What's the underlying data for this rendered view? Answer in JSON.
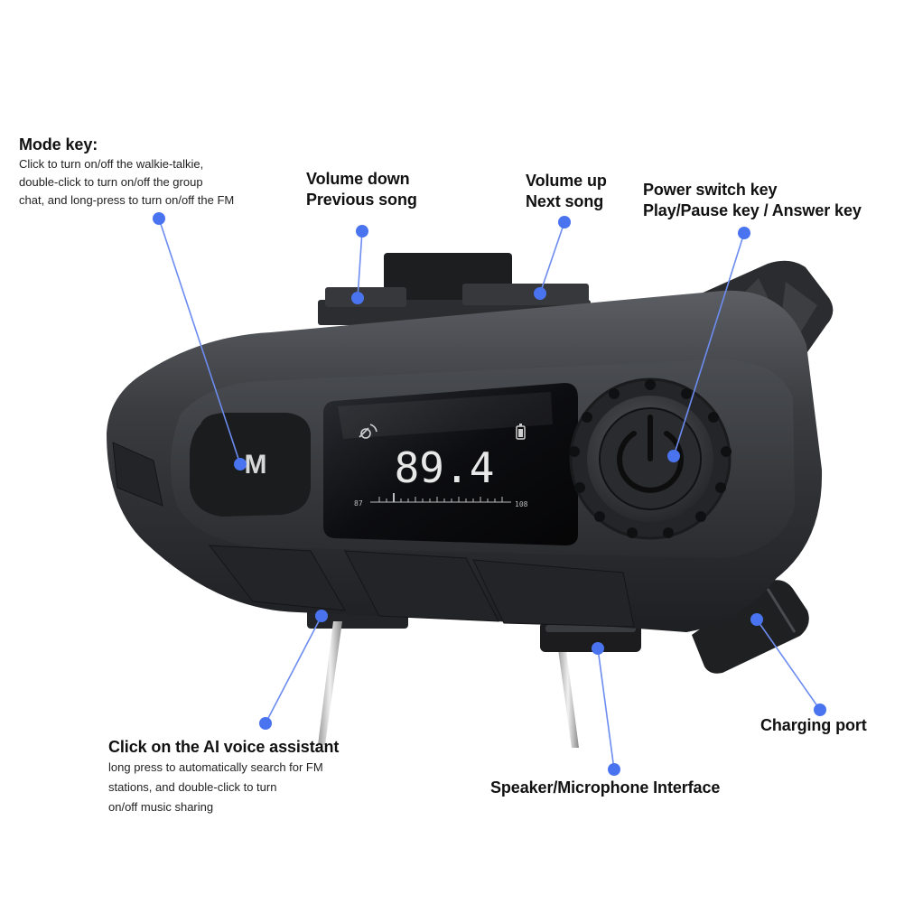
{
  "product": {
    "body_color": "#2e3033",
    "accent_color": "#4a74ef",
    "mode_key_glyph": "M",
    "display": {
      "frequency": "89.4",
      "scale_min": "87",
      "scale_max": "108",
      "left_icon": "satellite-signal-icon",
      "right_icon": "battery-icon"
    },
    "power_button_icon": "power-icon"
  },
  "callouts": {
    "mode_key": {
      "title": "Mode key:",
      "desc_lines": [
        "Click to turn on/off the walkie-talkie,",
        "double-click to turn on/off the group",
        "chat, and long-press to turn on/off the FM"
      ]
    },
    "volume_down": {
      "lines": [
        "Volume down",
        "Previous song"
      ]
    },
    "volume_up": {
      "lines": [
        "Volume up",
        "Next song"
      ]
    },
    "power": {
      "lines": [
        "Power switch key",
        "Play/Pause key / Answer key"
      ]
    },
    "ai_voice": {
      "title": "Click on the AI voice assistant",
      "desc_lines": [
        "long press to automatically search for FM",
        "stations, and double-click to turn",
        "on/off music sharing"
      ]
    },
    "speaker_mic": {
      "title": "Speaker/Microphone Interface"
    },
    "charging": {
      "title": "Charging port"
    }
  }
}
